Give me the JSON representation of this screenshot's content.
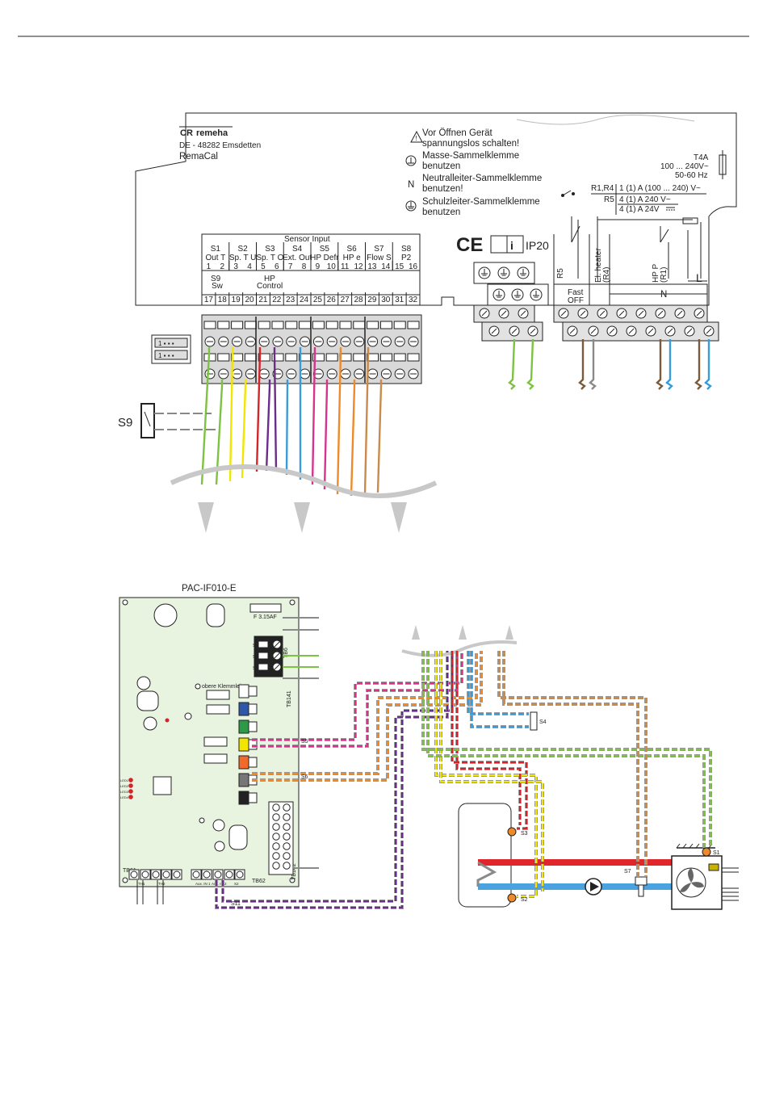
{
  "controller": {
    "brand": "remeha",
    "logo_mark": "CR",
    "address": "DE - 48282 Emsdetten",
    "product": "RemaCal",
    "warnings": {
      "line1": "Vor Öffnen Gerät",
      "line2": "spannungslos schalten!",
      "ground_line1": "Masse-Sammelklemme",
      "ground_line2": "benutzen",
      "neutral_symbol": "N",
      "neutral_line1": "Neutralleiter-Sammelklemme",
      "neutral_line2": "benutzen!",
      "pe_line1": "Schulzleiter-Sammelklemme",
      "pe_line2": "benutzen"
    },
    "fuse": {
      "rating": "T4A",
      "voltage": "100 ... 240V~",
      "freq": "50-60 Hz"
    },
    "relay_ratings": {
      "r1r4_label": "R1,R4",
      "r1r4_value": "1 (1) A (100 ... 240) V~",
      "r5_label": "R5",
      "r5_value1": "4 (1) A 240 V~",
      "r5_value2": "4 (1) A 24V"
    },
    "ce": "CE",
    "info": "i",
    "ip": "IP20",
    "sensor_input_title": "Sensor Input",
    "sensor_names": [
      "S1",
      "S2",
      "S3",
      "S4",
      "S5",
      "S6",
      "S7",
      "S8"
    ],
    "sensor_desc": [
      "Out T",
      "Sp. T U",
      "Sp. T O",
      "Ext. Out",
      "HP Defr",
      "HP e",
      "Flow S",
      "P2"
    ],
    "terminals_top": [
      "1",
      "2",
      "3",
      "4",
      "5",
      "6",
      "7",
      "8",
      "9",
      "10",
      "11",
      "12",
      "13",
      "14",
      "15",
      "16"
    ],
    "s9_name": "S9",
    "s9_desc": "Sw",
    "hp_label": "HP",
    "control_label": "Control",
    "terminals_bottom": [
      "17",
      "18",
      "19",
      "20",
      "21",
      "22",
      "23",
      "24",
      "25",
      "26",
      "27",
      "28",
      "29",
      "30",
      "31",
      "32"
    ],
    "relay_labels": {
      "r5": "R5",
      "fast_off_1": "Fast",
      "fast_off_2": "OFF",
      "el_heater": "El. heater",
      "el_heater_r4": "(R4)",
      "hp_p": "HP P",
      "hp_p_r1": "(R1)",
      "n": "N",
      "l": "L"
    },
    "sensor_switch": "S9"
  },
  "interface": {
    "title": "PAC-IF010-E",
    "fuse_label": "F 3.15AF",
    "connector_labels": [
      "S3",
      "S2",
      "S1"
    ],
    "pe_label": "TB6",
    "klemmleiste": "obere Klemmleiste",
    "tb141": "TB141",
    "tb142": "TB142",
    "tb61": "TB61",
    "tb62": "TB62",
    "led_labels": [
      "LED1",
      "LED2",
      "LED3",
      "LED4"
    ],
    "bottom_terminal_labels": [
      "TH1",
      "TH2",
      "Aux. IN 1",
      "Aux. IN 2",
      "S2"
    ],
    "wire_labels": {
      "s5": "S5",
      "s6": "S6",
      "s11": "S11"
    }
  },
  "plant": {
    "sensor_s4": "S4",
    "sensor_s3": "S3",
    "sensor_s2": "S2",
    "sensor_s1": "S1",
    "sensor_s7": "S7"
  },
  "colors": {
    "green": "#7dc242",
    "yellow": "#f2e500",
    "red": "#d3242a",
    "purple": "#6b2d8b",
    "blue": "#3a9bd7",
    "magenta": "#d6348c",
    "orange": "#ef8a2b",
    "tan": "#c98a4b",
    "brown": "#7a5a3a",
    "gray": "#8a8a8a",
    "board": "#e8f3e0",
    "hot": "#e0262b",
    "cold": "#4aa3de"
  }
}
